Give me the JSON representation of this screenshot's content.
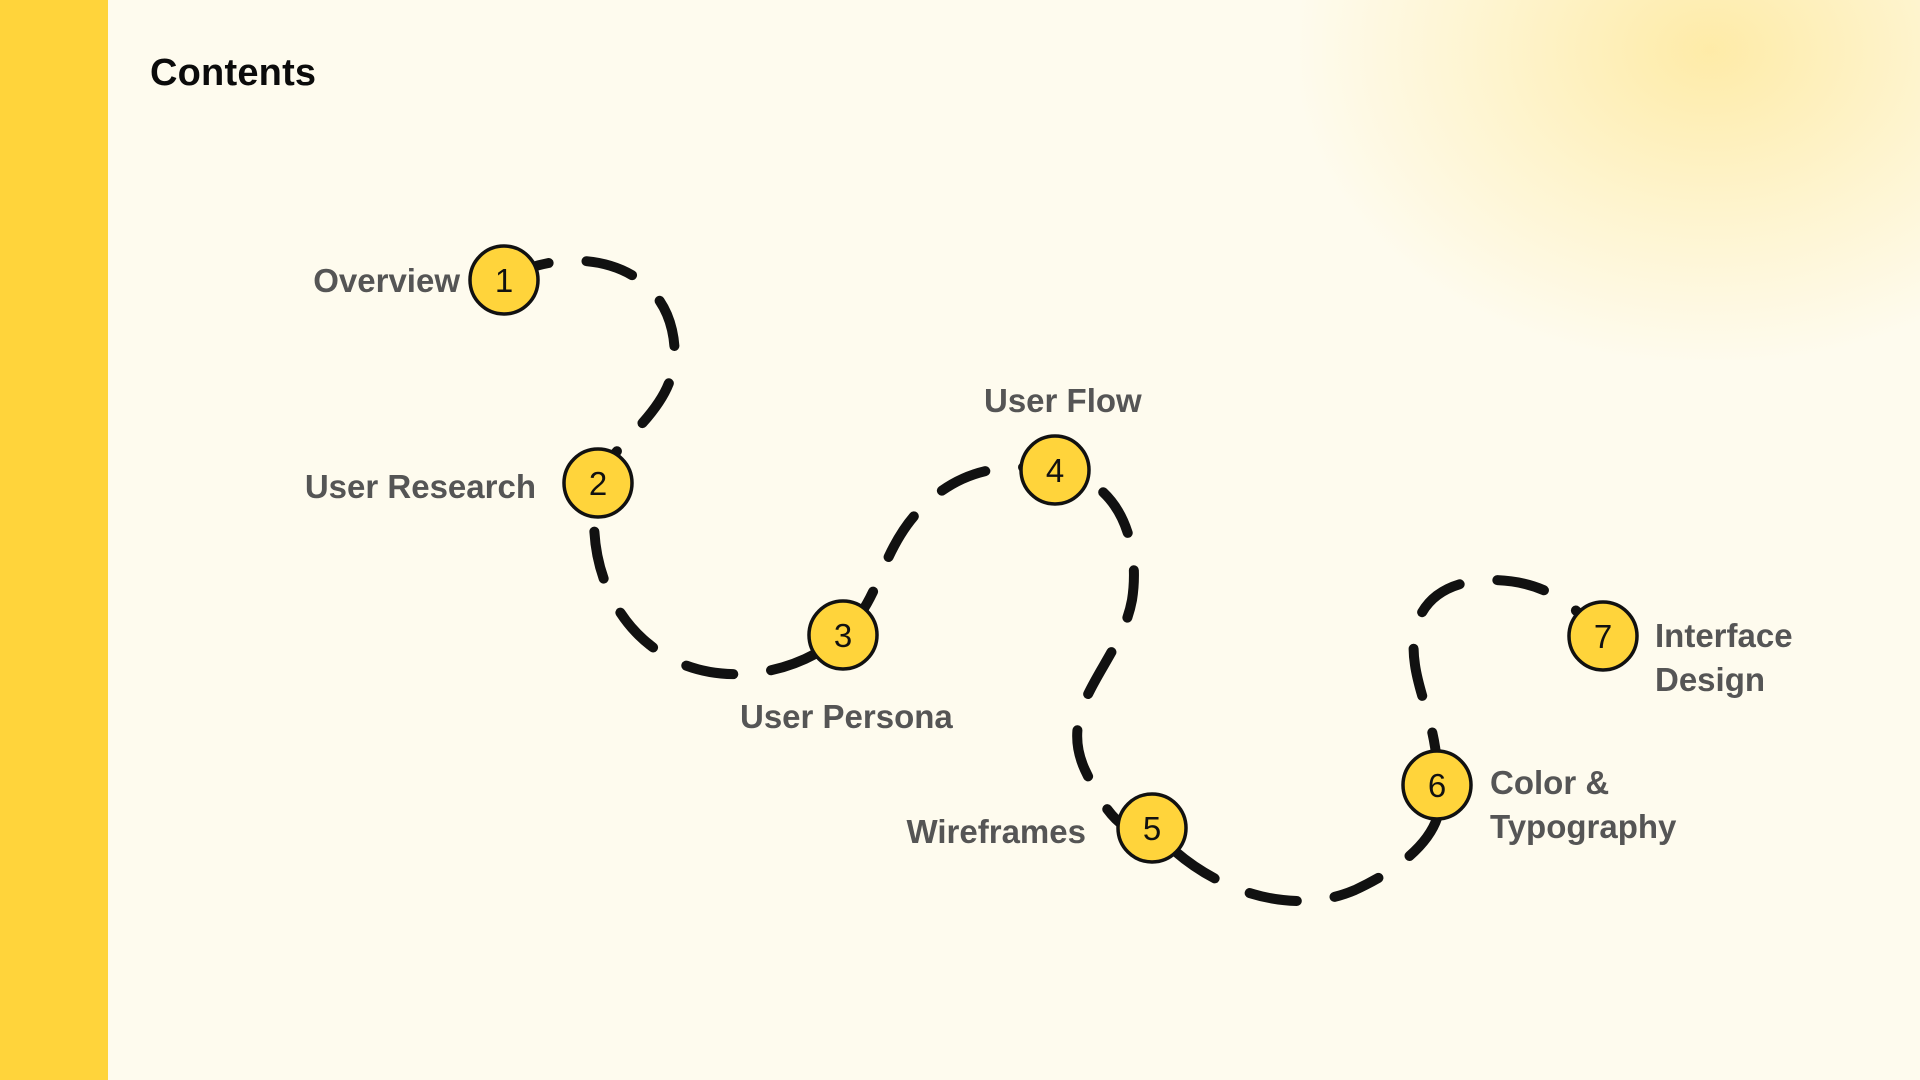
{
  "slide": {
    "title": "Contents",
    "colors": {
      "accent": "#ffd43b",
      "background": "#fefbee",
      "path": "#111111",
      "label": "#555555"
    }
  },
  "steps": [
    {
      "number": "1",
      "label_lines": [
        "Overview"
      ]
    },
    {
      "number": "2",
      "label_lines": [
        "User Research"
      ]
    },
    {
      "number": "3",
      "label_lines": [
        "User Persona"
      ]
    },
    {
      "number": "4",
      "label_lines": [
        "User Flow"
      ]
    },
    {
      "number": "5",
      "label_lines": [
        "Wireframes"
      ]
    },
    {
      "number": "6",
      "label_lines": [
        "Color &",
        "Typography"
      ]
    },
    {
      "number": "7",
      "label_lines": [
        "Interface",
        "Design"
      ]
    }
  ]
}
